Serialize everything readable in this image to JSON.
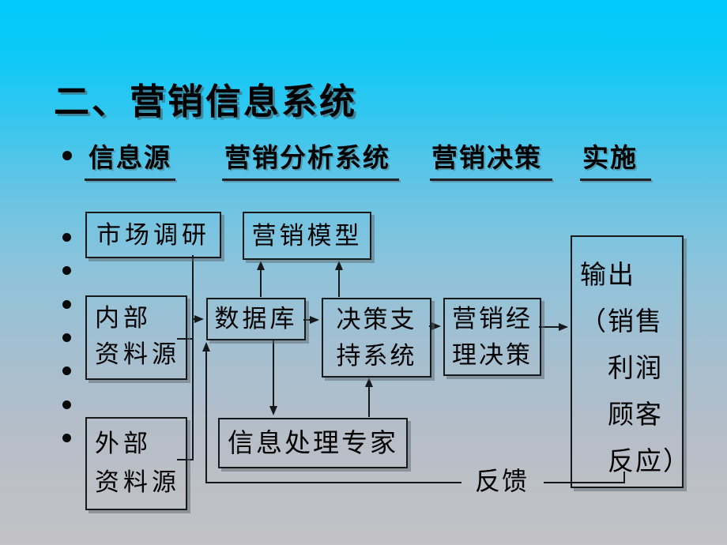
{
  "slide": {
    "title": "二、营销信息系统",
    "headers": [
      {
        "label": "信息源"
      },
      {
        "label": "营销分析系统"
      },
      {
        "label": "营销决策"
      },
      {
        "label": "实施"
      }
    ],
    "diagram": {
      "boxes": {
        "market_research": "市场调研",
        "marketing_model": "营销模型",
        "internal_source": "内部\n资料源",
        "database": "数据库",
        "decision_support": "决策支\n持系统",
        "manager_decision": "营销经\n理决策",
        "output": "输出\n（销售\n　利润\n　顾客\n　反应）",
        "external_source": "外部\n资料源",
        "info_expert": "信息处理专家"
      },
      "feedback_label": "反馈"
    },
    "colors": {
      "background_top": "#00ccff",
      "background_bottom": "#c3c3c6",
      "text": "#000000",
      "line": "#15181b"
    }
  }
}
